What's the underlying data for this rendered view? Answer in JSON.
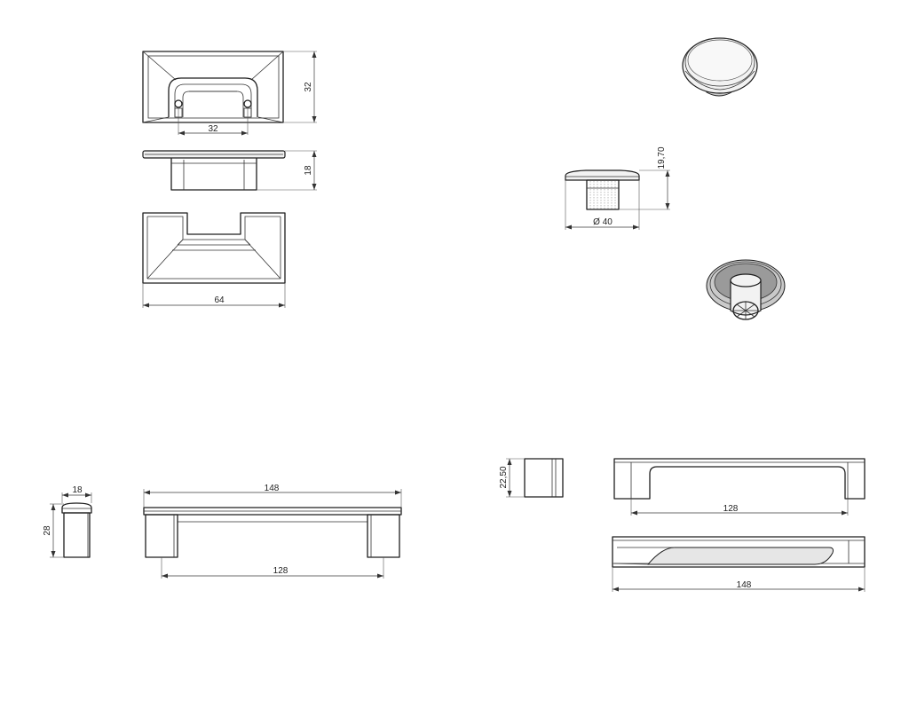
{
  "dimensions": {
    "cup_top_width": "32",
    "cup_top_height": "32",
    "cup_side_height": "18",
    "cup_front_width": "64",
    "knob_height": "19,70",
    "knob_diameter": "Ø 40",
    "handle_a_side_width": "18",
    "handle_a_side_height": "28",
    "handle_a_overall": "148",
    "handle_a_centers": "128",
    "handle_b_side_height": "22,50",
    "handle_b_centers": "128",
    "handle_b_overall": "148"
  }
}
